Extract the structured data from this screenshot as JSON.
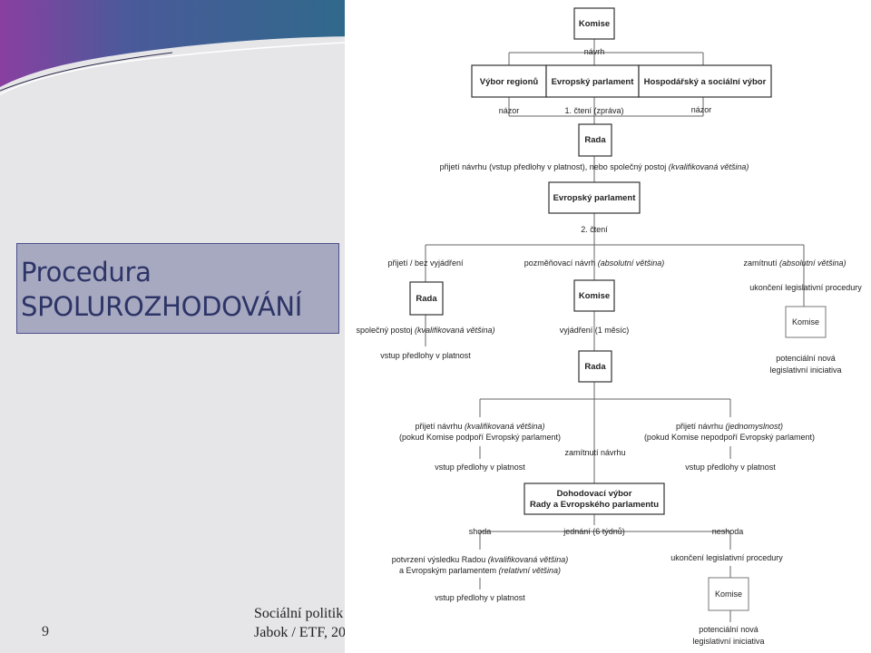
{
  "slide": {
    "title_line1": "Procedura",
    "title_line2": "SPOLUROZHODOVÁNÍ",
    "number": "9",
    "footer_line1": "Sociální politik",
    "footer_line2": "Jabok / ETF, 20"
  },
  "colors": {
    "background": "#e6e6e9",
    "title_box_fill": "#a7a9c1",
    "title_text": "#2d3466",
    "accent": "#8a3fa0"
  },
  "flow": {
    "komise": "Komise",
    "navrh": "návrh",
    "vybor_regionu": "Výbor regionů",
    "evropsky_parlament": "Evropský parlament",
    "hospodarsky_vybor": "Hospodářský a sociální výbor",
    "nazor_left": "názor",
    "cteni1": "1. čtení (zpráva)",
    "nazor_right": "názor",
    "rada1": "Rada",
    "prijeti_navrhu_1": "přijetí návrhu (vstup předlohy v platnost), nebo společný postoj ",
    "prijeti_navrhu_1_it": "(kvalifikovaná většina)",
    "ep2": "Evropský parlament",
    "cteni2": "2. čtení",
    "prijeti_bez": "přijetí / bez vyjádření",
    "pozmenovaci": "pozměňovací návrh ",
    "pozmenovaci_it": "(absolutní většina)",
    "zamitnuti": "zamítnutí ",
    "zamitnuti_it": "(absolutní většina)",
    "rada_left": "Rada",
    "komise_mid": "Komise",
    "ukonceni1": "ukončení legislativní procedury",
    "spolecny": "společný postoj ",
    "spolecny_it": "(kvalifikovaná většina)",
    "vyjadreni": "vyjádření (1 měsíc)",
    "komise_right1": "Komise",
    "vstup1": "vstup předlohy v platnost",
    "rada2": "Rada",
    "potencialni1a": "potenciální nová",
    "potencialni1b": "legislativní iniciativa",
    "prijeti_left_a": "přijetí návrhu ",
    "prijeti_left_a_it": "(kvalifikovaná většina)",
    "prijeti_left_b": "(pokud Komise podpoří Evropský parlament)",
    "prijeti_right_a": "přijetí návrhu ",
    "prijeti_right_a_it": "(jednomyslnost)",
    "prijeti_right_b": "(pokud Komise nepodpoří Evropský parlament)",
    "zamitnuti_navrhu": "zamítnutí návrhu",
    "vstup_left": "vstup předlohy v platnost",
    "vstup_right": "vstup předlohy v platnost",
    "dohodovaci_a": "Dohodovací výbor",
    "dohodovaci_b": "Rady a Evropského parlamentu",
    "shoda": "shoda",
    "jednani": "jednání (6 týdnů)",
    "neshoda": "neshoda",
    "potvrzeni_a": "potvrzení výsledku Radou ",
    "potvrzeni_a_it": "(kvalifikovaná většina)",
    "potvrzeni_b": "a Evropským parlamentem ",
    "potvrzeni_b_it": "(relativní většina)",
    "ukonceni2": "ukončení legislativní procedury",
    "vstup_final": "vstup předlohy v platnost",
    "komise_final": "Komise",
    "potencialni2a": "potenciální nová",
    "potencialni2b": "legislativní iniciativa"
  }
}
